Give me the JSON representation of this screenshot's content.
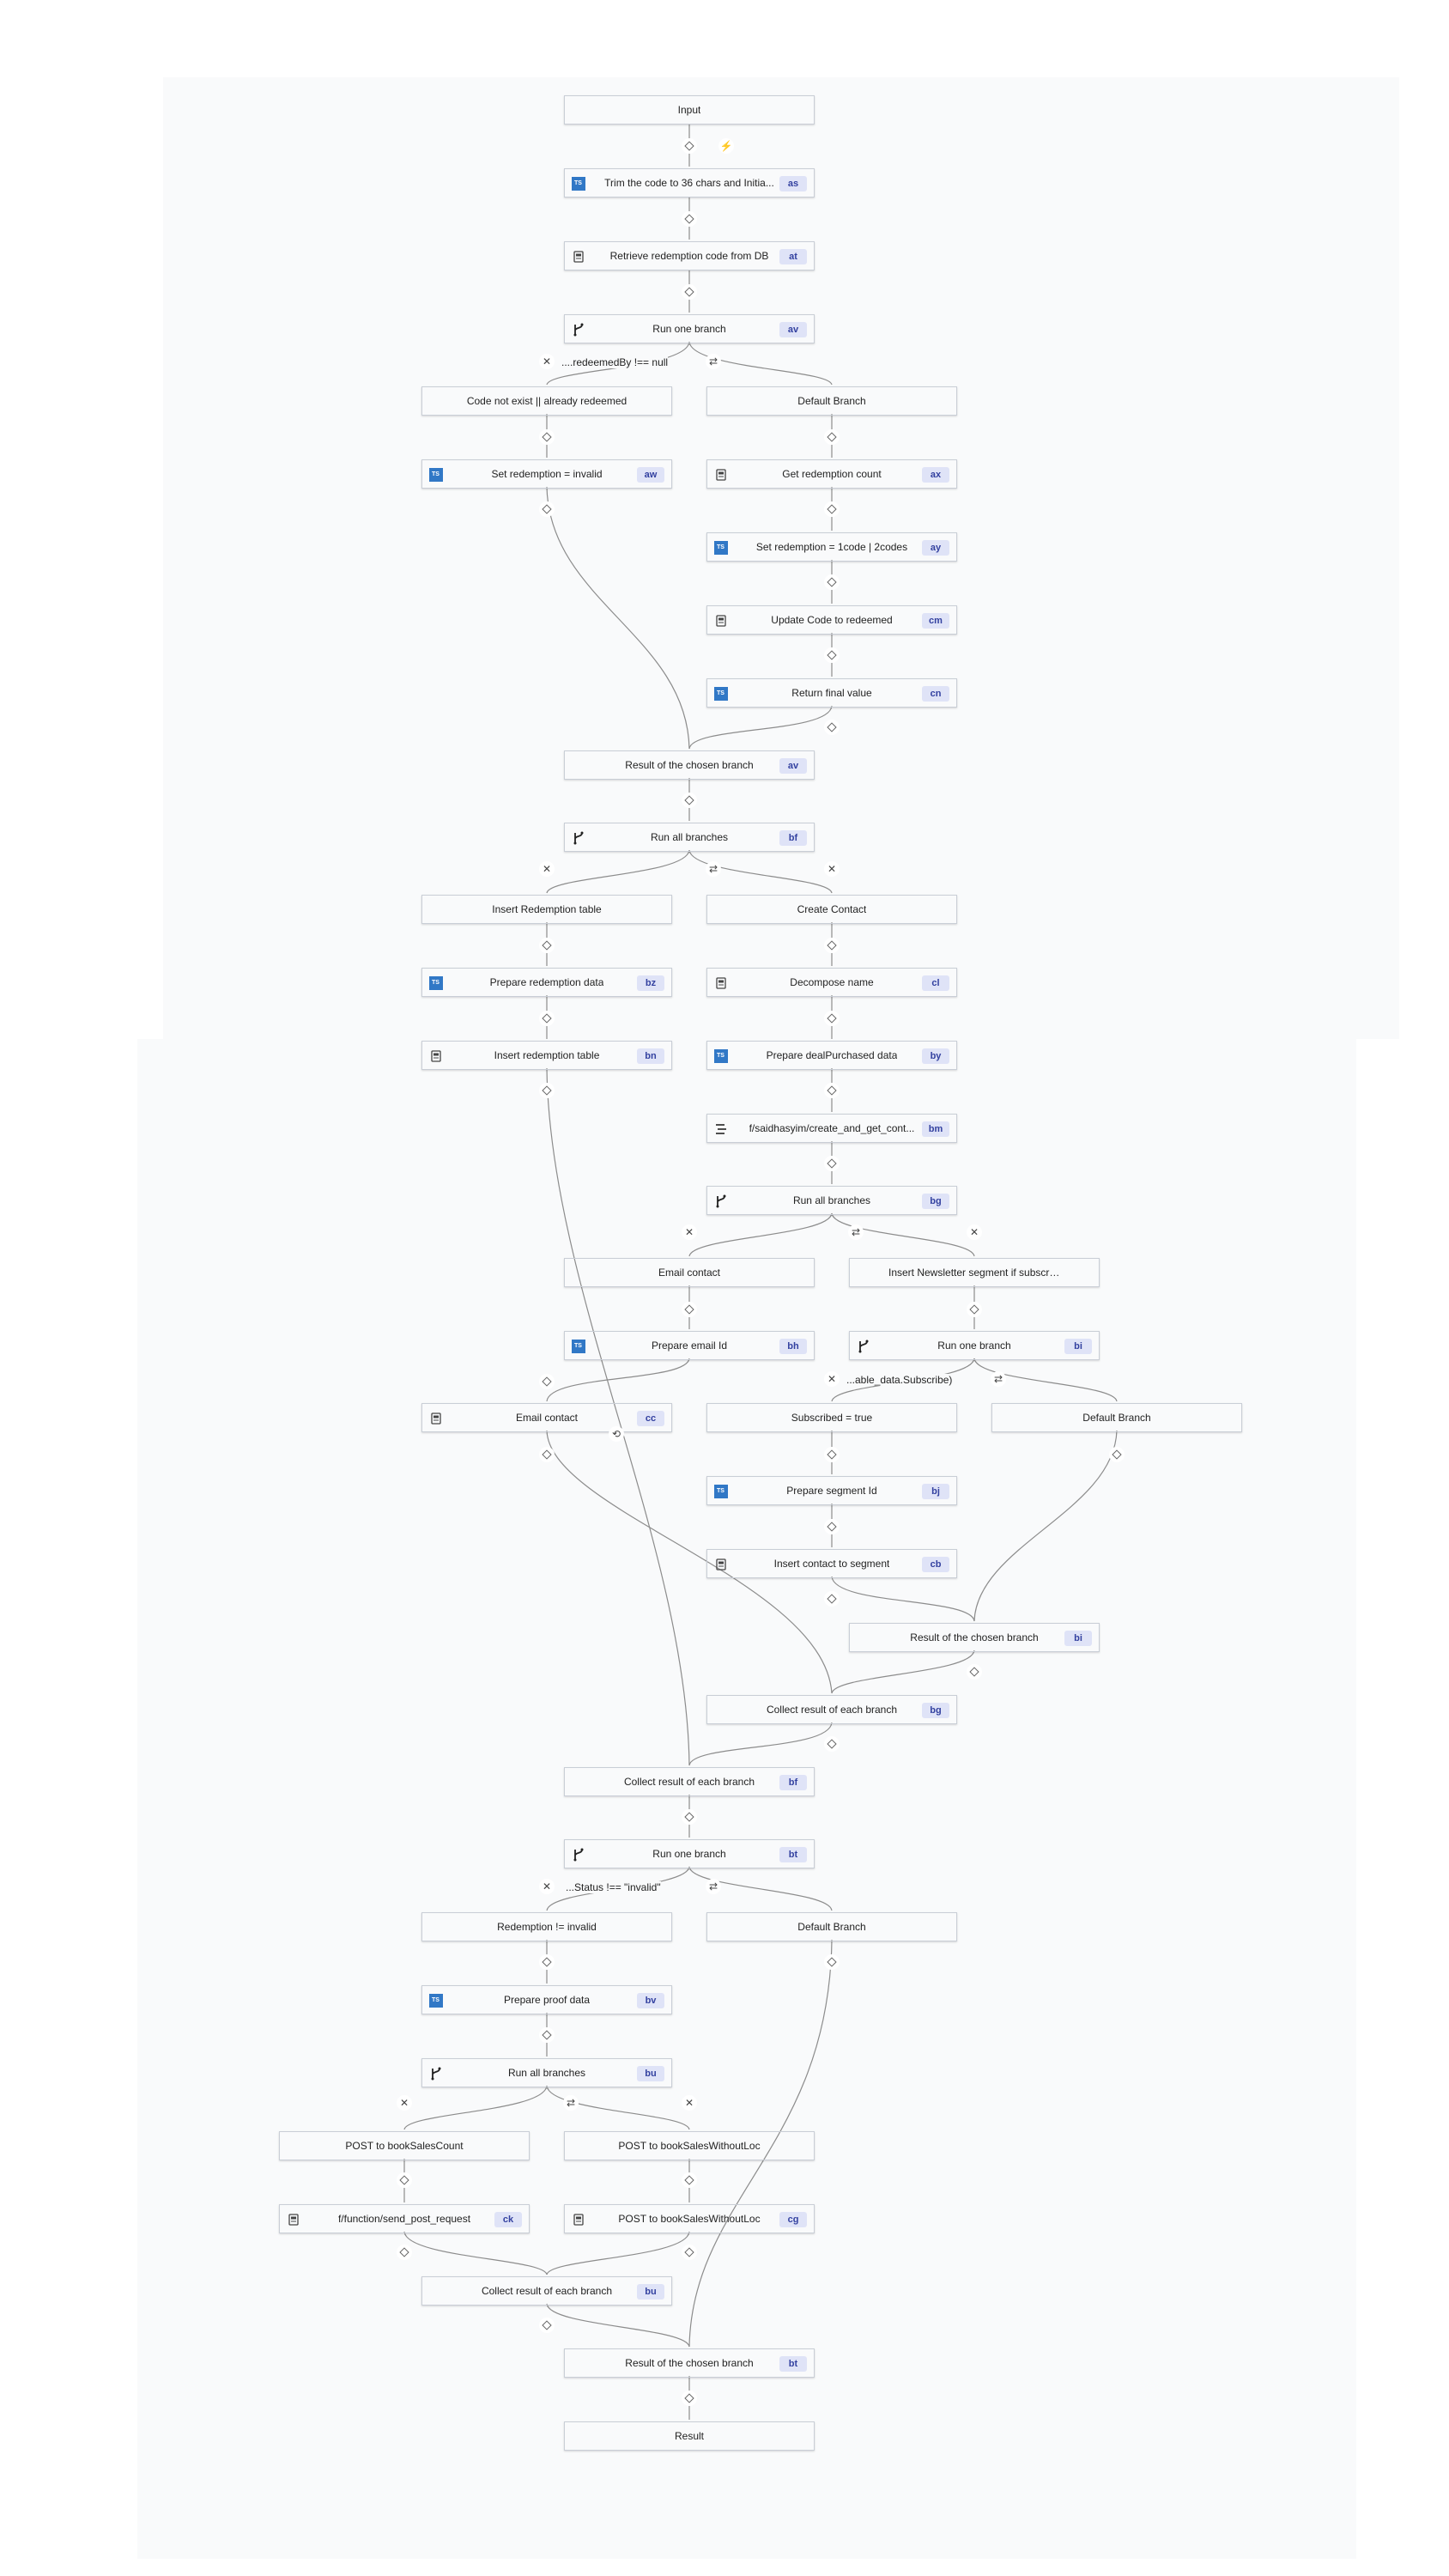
{
  "nodes": [
    {
      "id": "n-input",
      "label": "Input",
      "style": "gray",
      "icon": null,
      "badge": null
    },
    {
      "id": "n-as",
      "label": "Trim the code to 36 chars and Initia...",
      "style": "white",
      "icon": "ts",
      "badge": "as"
    },
    {
      "id": "n-at",
      "label": "Retrieve redemption code from DB",
      "style": "white",
      "icon": "script",
      "badge": "at"
    },
    {
      "id": "n-av",
      "label": "Run one branch",
      "style": "white",
      "icon": "branch",
      "badge": "av"
    },
    {
      "id": "n-cnex",
      "label": "Code not exist || already redeemed",
      "style": "gray",
      "icon": null,
      "badge": null
    },
    {
      "id": "n-def1",
      "label": "Default Branch",
      "style": "gray",
      "icon": null,
      "badge": null
    },
    {
      "id": "n-aw",
      "label": "Set redemption = invalid",
      "style": "white",
      "icon": "ts",
      "badge": "aw"
    },
    {
      "id": "n-ax",
      "label": "Get redemption count",
      "style": "white",
      "icon": "script",
      "badge": "ax"
    },
    {
      "id": "n-ay",
      "label": "Set redemption = 1code | 2codes",
      "style": "white",
      "icon": "ts",
      "badge": "ay"
    },
    {
      "id": "n-cm",
      "label": "Update Code to redeemed",
      "style": "white",
      "icon": "script",
      "badge": "cm"
    },
    {
      "id": "n-cn",
      "label": "Return final value",
      "style": "white",
      "icon": "ts",
      "badge": "cn"
    },
    {
      "id": "n-rav",
      "label": "Result of the chosen branch",
      "style": "gray",
      "icon": null,
      "badge": "av"
    },
    {
      "id": "n-bf",
      "label": "Run all branches",
      "style": "white",
      "icon": "branch",
      "badge": "bf"
    },
    {
      "id": "n-irt",
      "label": "Insert Redemption table",
      "style": "gray",
      "icon": null,
      "badge": null
    },
    {
      "id": "n-cc1",
      "label": "Create Contact",
      "style": "gray",
      "icon": null,
      "badge": null
    },
    {
      "id": "n-bz",
      "label": "Prepare redemption data",
      "style": "white",
      "icon": "ts",
      "badge": "bz"
    },
    {
      "id": "n-cl",
      "label": "Decompose name",
      "style": "white",
      "icon": "script",
      "badge": "cl"
    },
    {
      "id": "n-bn",
      "label": "Insert redemption table",
      "style": "white",
      "icon": "script",
      "badge": "bn"
    },
    {
      "id": "n-by",
      "label": "Prepare dealPurchased data",
      "style": "white",
      "icon": "ts",
      "badge": "by"
    },
    {
      "id": "n-bm",
      "label": "f/saidhasyim/create_and_get_cont...",
      "style": "white",
      "icon": "flow",
      "badge": "bm"
    },
    {
      "id": "n-bg",
      "label": "Run all branches",
      "style": "white",
      "icon": "branch",
      "badge": "bg"
    },
    {
      "id": "n-ec1",
      "label": "Email contact",
      "style": "gray",
      "icon": null,
      "badge": null
    },
    {
      "id": "n-ins",
      "label": "Insert Newsletter segment if subscribed",
      "style": "gray",
      "icon": null,
      "badge": null
    },
    {
      "id": "n-bh",
      "label": "Prepare email Id",
      "style": "white",
      "icon": "ts",
      "badge": "bh"
    },
    {
      "id": "n-bi",
      "label": "Run one branch",
      "style": "white",
      "icon": "branch",
      "badge": "bi"
    },
    {
      "id": "n-cc",
      "label": "Email contact",
      "style": "white",
      "icon": "script",
      "badge": "cc"
    },
    {
      "id": "n-sub",
      "label": "Subscribed = true",
      "style": "gray",
      "icon": null,
      "badge": null
    },
    {
      "id": "n-def2",
      "label": "Default Branch",
      "style": "gray",
      "icon": null,
      "badge": null
    },
    {
      "id": "n-bj",
      "label": "Prepare segment Id",
      "style": "white",
      "icon": "ts",
      "badge": "bj"
    },
    {
      "id": "n-cb",
      "label": "Insert contact to segment",
      "style": "white",
      "icon": "script",
      "badge": "cb"
    },
    {
      "id": "n-rbi",
      "label": "Result of the chosen branch",
      "style": "gray",
      "icon": null,
      "badge": "bi"
    },
    {
      "id": "n-cbg",
      "label": "Collect result of each branch",
      "style": "gray",
      "icon": null,
      "badge": "bg"
    },
    {
      "id": "n-cbf",
      "label": "Collect result of each branch",
      "style": "gray",
      "icon": null,
      "badge": "bf"
    },
    {
      "id": "n-bt",
      "label": "Run one branch",
      "style": "white",
      "icon": "branch",
      "badge": "bt"
    },
    {
      "id": "n-rinv",
      "label": "Redemption != invalid",
      "style": "gray",
      "icon": null,
      "badge": null
    },
    {
      "id": "n-def3",
      "label": "Default Branch",
      "style": "gray",
      "icon": null,
      "badge": null
    },
    {
      "id": "n-bv",
      "label": "Prepare proof data",
      "style": "white",
      "icon": "ts",
      "badge": "bv"
    },
    {
      "id": "n-bu",
      "label": "Run all branches",
      "style": "white",
      "icon": "branch",
      "badge": "bu"
    },
    {
      "id": "n-postc",
      "label": "POST to bookSalesCount",
      "style": "gray",
      "icon": null,
      "badge": null
    },
    {
      "id": "n-postw",
      "label": "POST to bookSalesWithoutLoc",
      "style": "gray",
      "icon": null,
      "badge": null
    },
    {
      "id": "n-ck",
      "label": "f/function/send_post_request",
      "style": "white",
      "icon": "script",
      "badge": "ck"
    },
    {
      "id": "n-cg",
      "label": "POST to bookSalesWithoutLoc",
      "style": "white",
      "icon": "script",
      "badge": "cg"
    },
    {
      "id": "n-cbu",
      "label": "Collect result of each branch",
      "style": "gray",
      "icon": null,
      "badge": "bu"
    },
    {
      "id": "n-rbt",
      "label": "Result of the chosen branch",
      "style": "gray",
      "icon": null,
      "badge": "bt"
    },
    {
      "id": "n-result",
      "label": "Result",
      "style": "white",
      "icon": null,
      "badge": null
    }
  ],
  "branch_labels": {
    "av": "....redeemedBy !== null",
    "bi": "...able_data.Subscribe)",
    "bt": "...Status !== \"invalid\""
  }
}
